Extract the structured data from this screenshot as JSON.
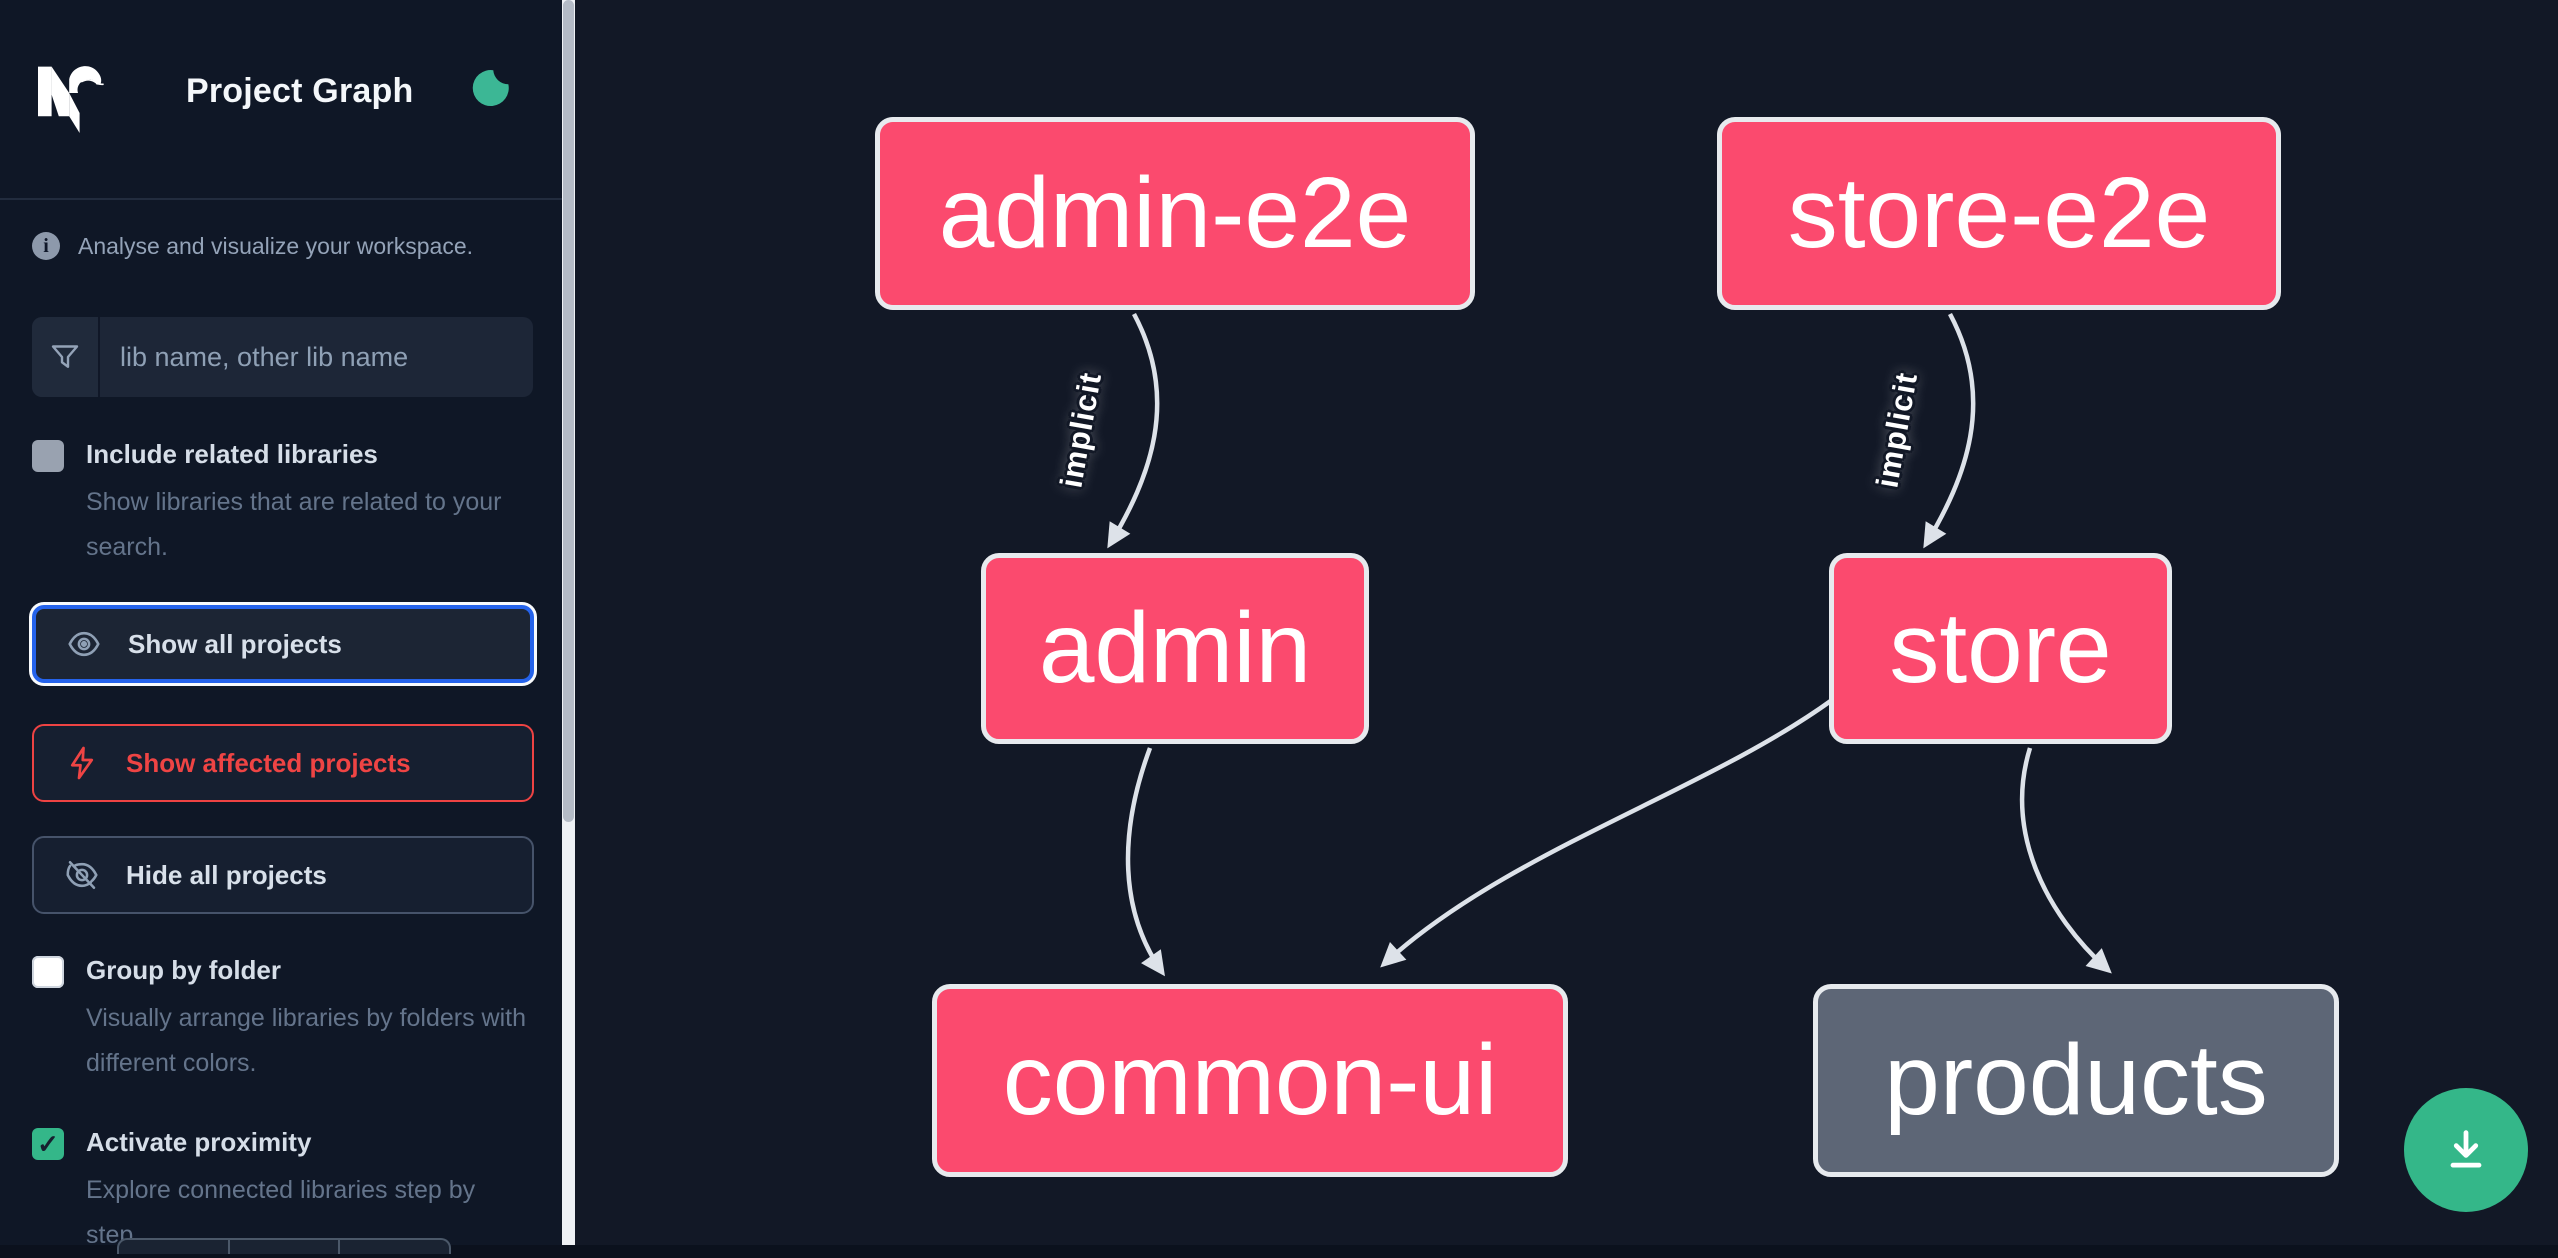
{
  "app": {
    "title": "Project Graph"
  },
  "sidebar": {
    "info_text": "Analyse and visualize your workspace.",
    "search": {
      "placeholder": "lib name, other lib name",
      "value": ""
    },
    "include_related": {
      "label": "Include related libraries",
      "description": "Show libraries that are related to your search.",
      "checked": false
    },
    "buttons": {
      "show_all": "Show all projects",
      "show_affected": "Show affected projects",
      "hide_all": "Hide all projects"
    },
    "group_by_folder": {
      "label": "Group by folder",
      "description": "Visually arrange libraries by folders with different colors.",
      "checked": false
    },
    "activate_proximity": {
      "label": "Activate proximity",
      "description": "Explore connected libraries step by step.",
      "checked": true,
      "check_glyph": "✓"
    }
  },
  "graph": {
    "nodes": [
      {
        "label": "admin-e2e",
        "type": "affected"
      },
      {
        "label": "store-e2e",
        "type": "affected"
      },
      {
        "label": "admin",
        "type": "affected"
      },
      {
        "label": "store",
        "type": "affected"
      },
      {
        "label": "common-ui",
        "type": "affected"
      },
      {
        "label": "products",
        "type": "normal"
      }
    ],
    "edges": [
      {
        "source": "admin-e2e",
        "target": "admin",
        "label": "implicit"
      },
      {
        "source": "store-e2e",
        "target": "store",
        "label": "implicit"
      },
      {
        "source": "admin",
        "target": "common-ui",
        "label": ""
      },
      {
        "source": "store",
        "target": "common-ui",
        "label": ""
      },
      {
        "source": "store",
        "target": "products",
        "label": ""
      }
    ]
  },
  "icons": {
    "logo": "nx-logo",
    "theme_toggle": "moon-icon",
    "info": "info-icon",
    "search": "filter-funnel-icon",
    "show_all": "eye-icon",
    "show_affected": "lightning-bolt-icon",
    "hide_all": "eye-off-icon",
    "download": "download-icon"
  },
  "colors": {
    "affected_node": "#fb4a6e",
    "normal_node": "#5d6676",
    "node_border": "#e7eaee",
    "edge": "#dde2e9",
    "canvas_bg": "#121826",
    "sidebar_bg": "#0f1726",
    "accent_blue": "#2563eb",
    "accent_red": "#ef4444",
    "accent_green": "#34b789"
  }
}
